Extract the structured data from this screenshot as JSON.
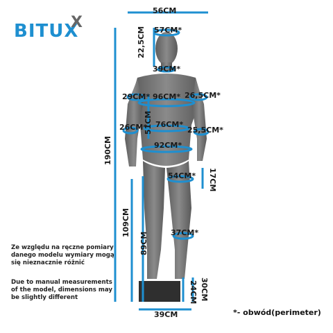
{
  "brand": {
    "name": "BITUX",
    "mark": "X"
  },
  "notes": {
    "pl": "Ze względu na ręczne pomiary danego modelu wymiary mogą się nieznacznie różnić",
    "en": "Due to manual measurements of the model, dimensions may be slightly different"
  },
  "legend": "*- obwód(perimeter)",
  "measurements": {
    "shoulder_width": "56CM",
    "head_circ": "57CM*",
    "head_height": "22,5CM",
    "neck_circ": "39CM*",
    "upper_arm_circ": "29CM*",
    "chest_circ": "96CM*",
    "arm_circ_right": "26,5CM*",
    "torso_height": "51CM",
    "forearm_circ": "26CM*",
    "waist_circ": "76CM*",
    "forearm_circ_right": "25,5CM*",
    "hip_circ": "92CM*",
    "total_height": "190CM",
    "thigh_circ": "54CM*",
    "thigh_len": "17CM",
    "inseam": "109CM",
    "calf_circ": "37CM*",
    "leg_height": "89CM",
    "base_height": "30CM",
    "base_inner": "24CM",
    "base_width": "39CM"
  },
  "colors": {
    "accent": "#1e8fd0",
    "mannequin": "#7b7b7b",
    "label": "#1a1a1a"
  }
}
